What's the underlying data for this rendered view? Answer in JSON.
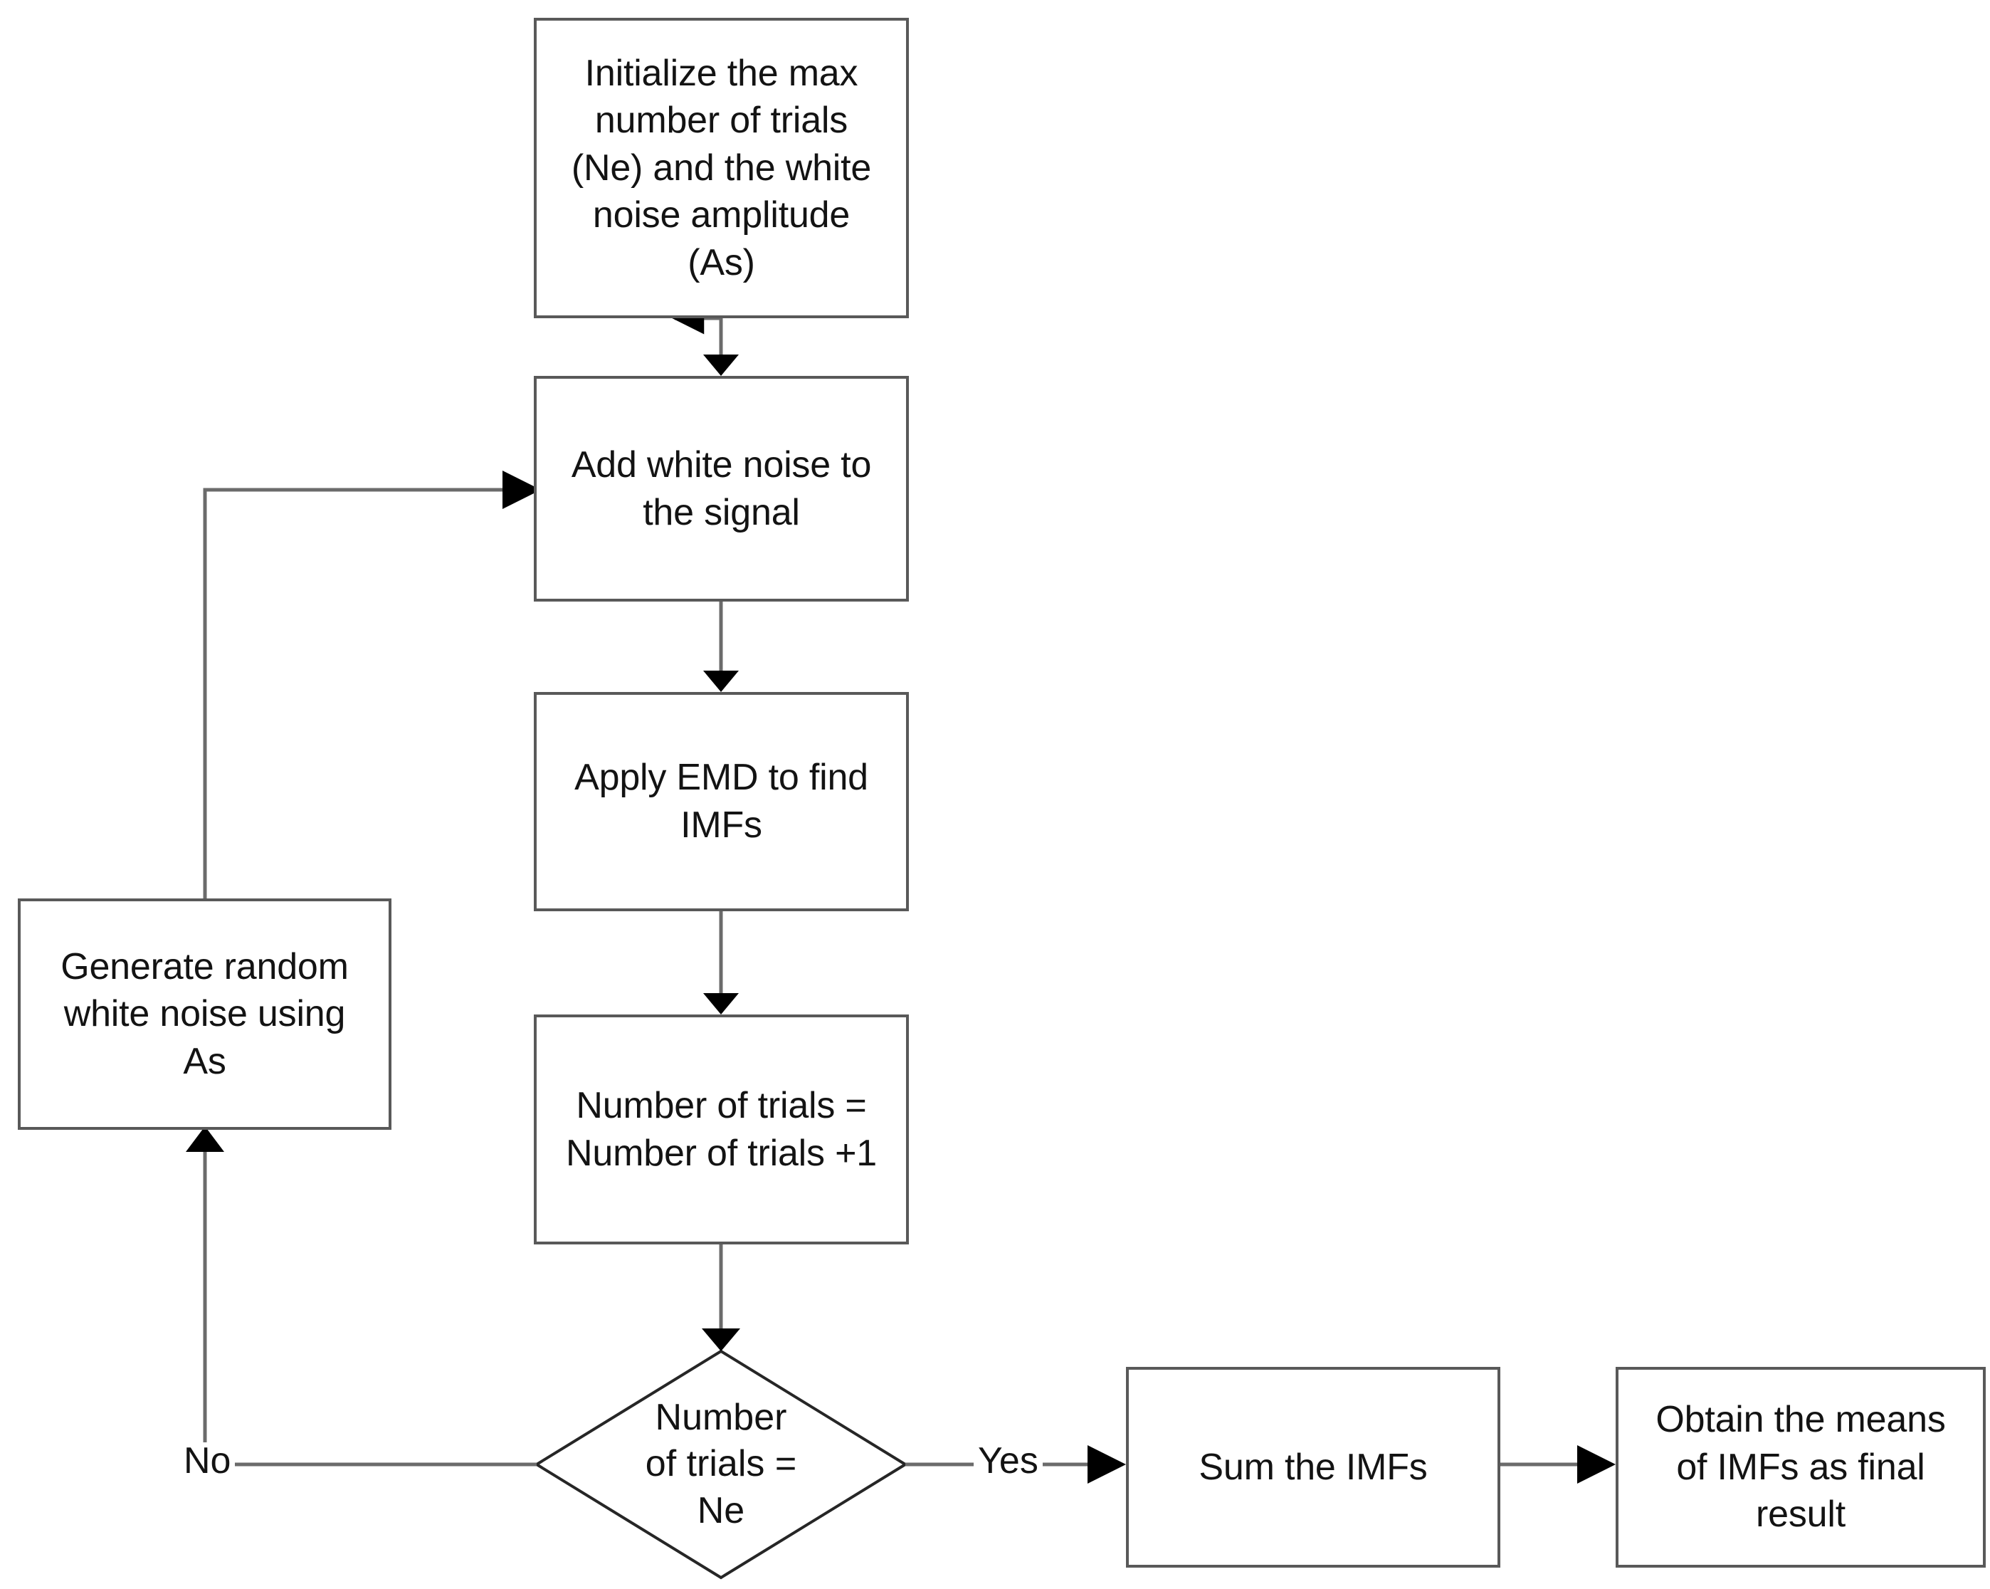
{
  "diagram": {
    "title": "EEMD algorithm flowchart",
    "type": "flowchart",
    "colors": {
      "box_border": "#595959",
      "diamond_border": "#262626",
      "connector": "#6b6b6b",
      "arrowhead": "#000000",
      "text": "#131313",
      "background": "#ffffff"
    },
    "nodes": [
      {
        "id": "initialize",
        "shape": "process",
        "label": "Initialize the max\nnumber of trials\n(Ne) and the white\nnoise amplitude\n(As)"
      },
      {
        "id": "add-noise",
        "shape": "process",
        "label": "Add white noise to\nthe signal"
      },
      {
        "id": "apply-emd",
        "shape": "process",
        "label": "Apply EMD to find\nIMFs"
      },
      {
        "id": "increment-trials",
        "shape": "process",
        "label": "Number of trials =\nNumber of trials +1"
      },
      {
        "id": "check-trials",
        "shape": "decision",
        "label": "Number\nof trials =\nNe"
      },
      {
        "id": "generate-noise",
        "shape": "process",
        "label": "Generate random\nwhite noise using\nAs"
      },
      {
        "id": "sum-imfs",
        "shape": "process",
        "label": "Sum the IMFs"
      },
      {
        "id": "obtain-means",
        "shape": "process",
        "label": "Obtain the means\nof IMFs as final\nresult"
      }
    ],
    "edge_labels": {
      "yes": "Yes",
      "no": "No"
    }
  }
}
